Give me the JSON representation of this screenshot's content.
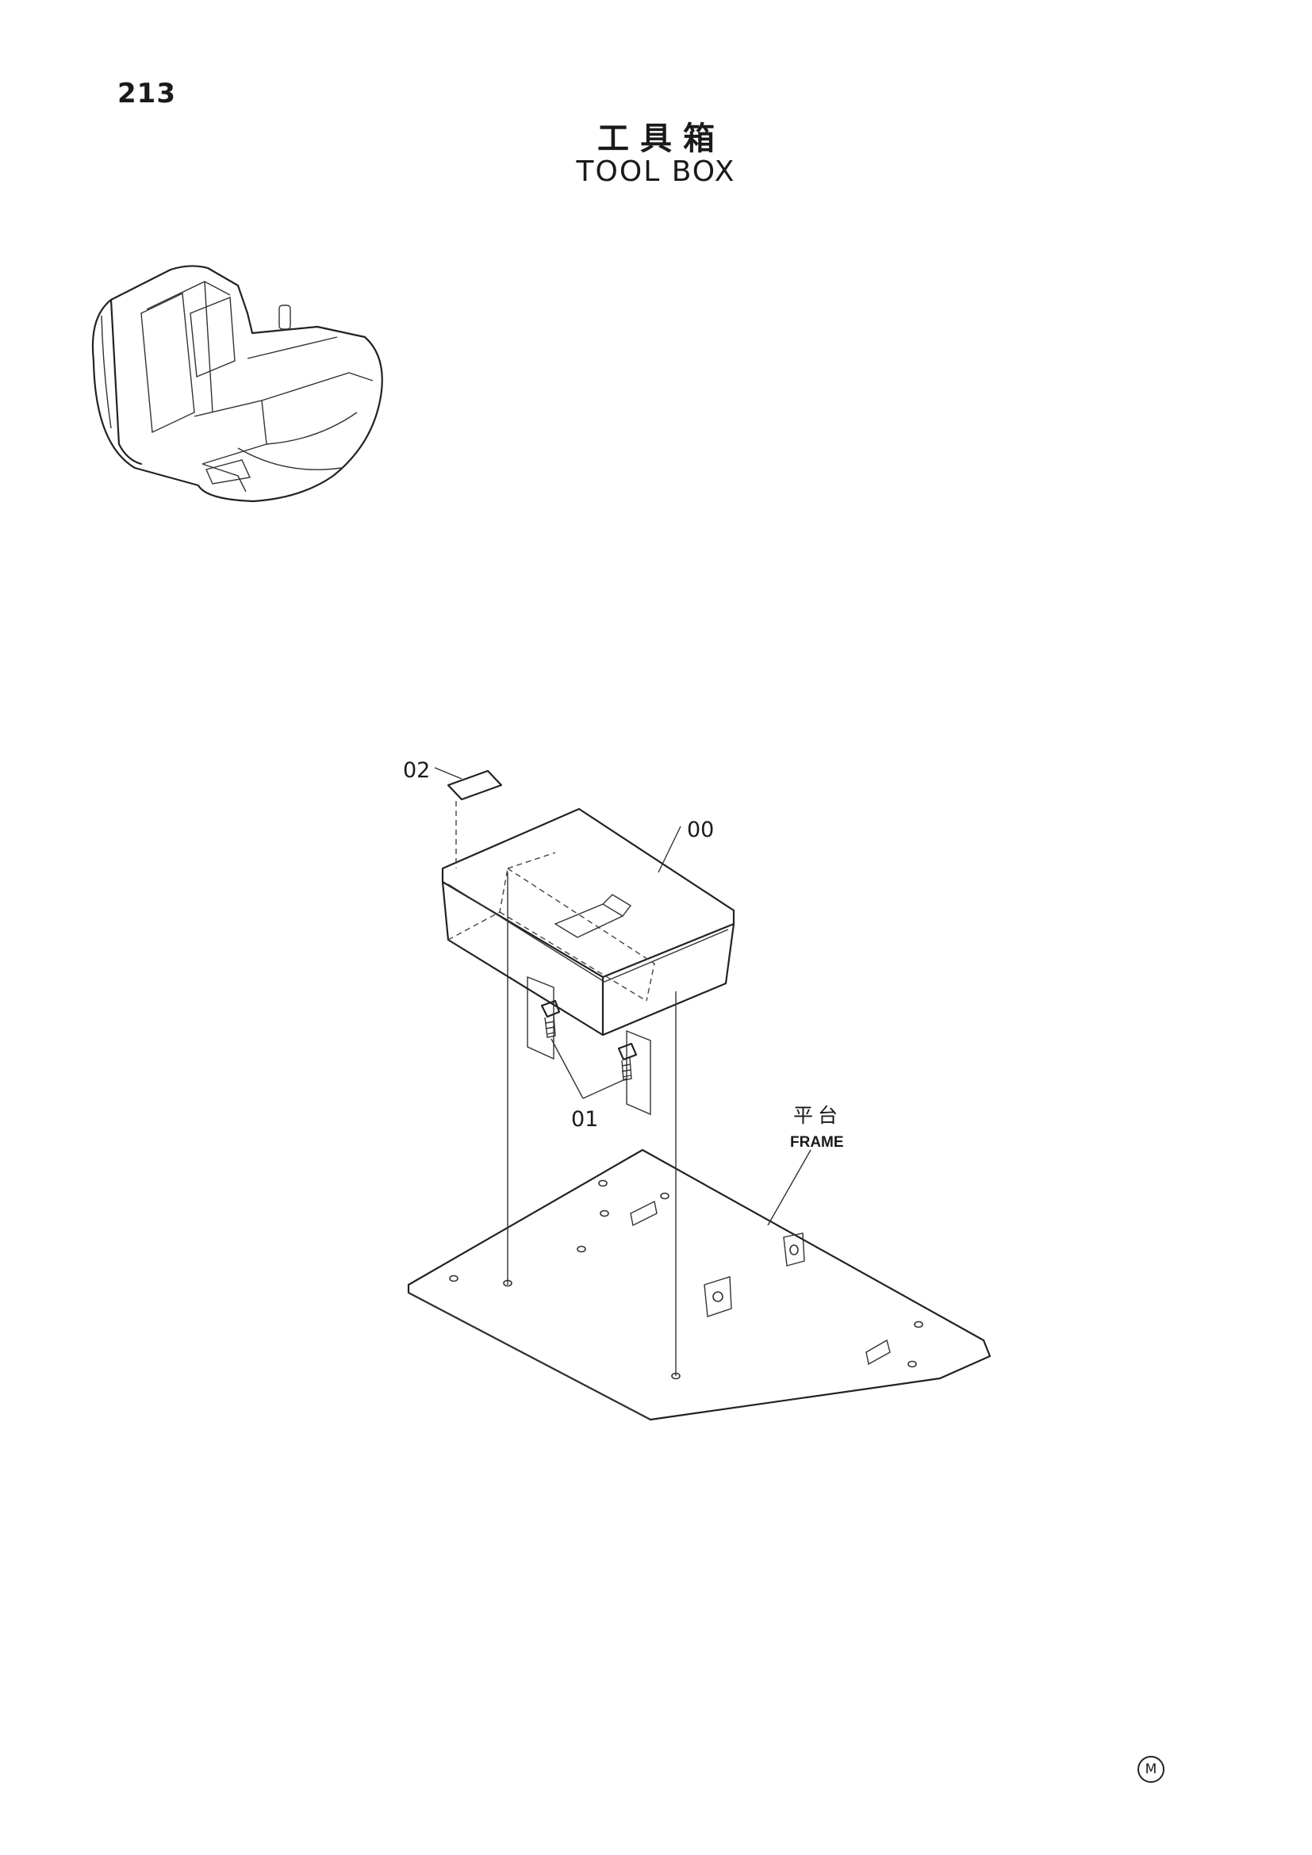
{
  "page": {
    "number": "213"
  },
  "title": {
    "cn": "工具箱",
    "en": "TOOL BOX"
  },
  "callouts": {
    "box": "00",
    "bolts": "01",
    "label_plate": "02"
  },
  "frame_label": {
    "cn": "平台",
    "en": "FRAME"
  },
  "corner_mark": "M"
}
